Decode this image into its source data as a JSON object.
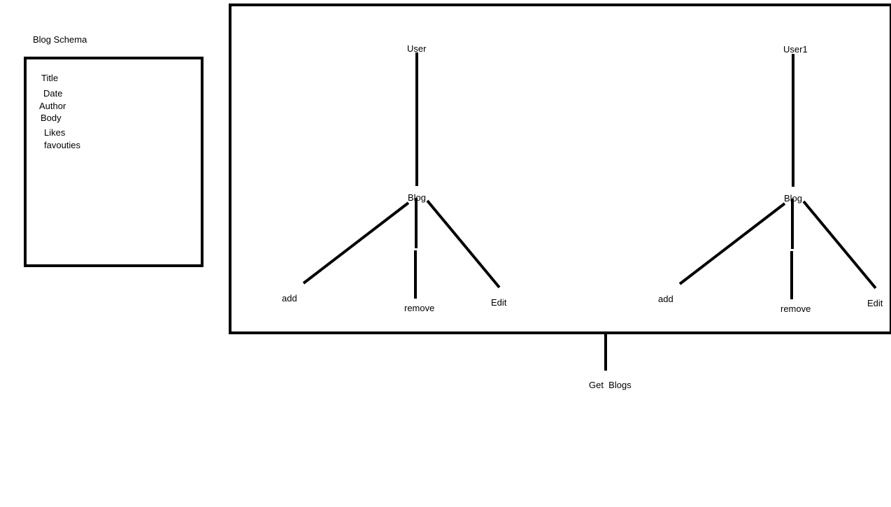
{
  "schema": {
    "title": "Blog Schema",
    "fields": [
      "Title",
      "Date",
      "Author",
      "Body",
      "Likes",
      "favouties"
    ]
  },
  "trees": [
    {
      "user": "User",
      "blog": "Blog",
      "actions": [
        "add",
        "remove",
        "Edit"
      ]
    },
    {
      "user": "User1",
      "blog": "Blog",
      "actions": [
        "add",
        "remove",
        "Edit"
      ]
    }
  ],
  "footer_label": "Get  Blogs"
}
